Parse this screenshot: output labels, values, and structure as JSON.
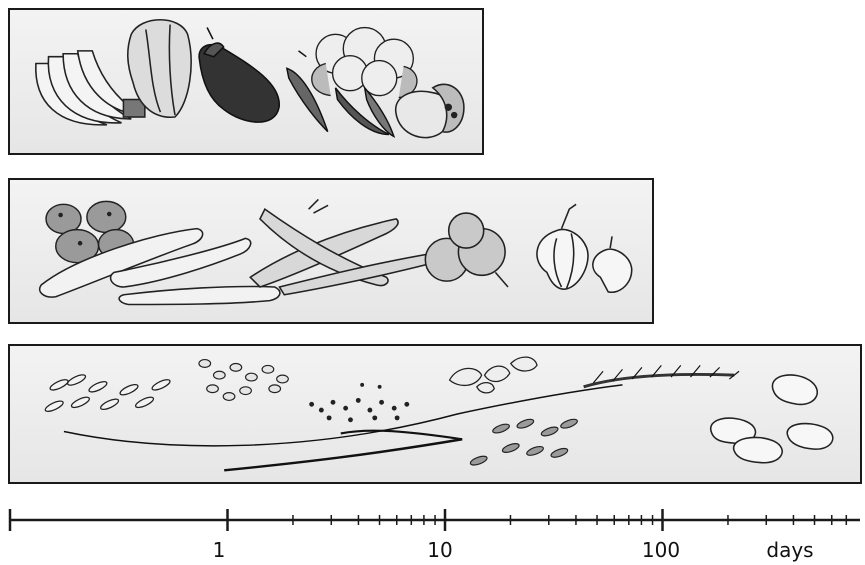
{
  "panels": [
    {
      "group": "vegetables-and-fruit",
      "items": [
        "banana-icon",
        "cabbage-icon",
        "eggplant-icon",
        "cauliflower-icon",
        "chili-pepper-icon",
        "papaya-icon"
      ]
    },
    {
      "group": "roots-and-bulbs",
      "items": [
        "potato-icon",
        "bean-pod-icon",
        "carrot-icon",
        "onion-icon",
        "garlic-icon"
      ]
    },
    {
      "group": "grains-and-seeds",
      "items": [
        "rice-grain-icon",
        "lentil-icon",
        "millet-seed-icon",
        "wheat-stalk-icon",
        "seed-pile-icon",
        "kidney-bean-icon"
      ]
    }
  ],
  "axis": {
    "scale": "log",
    "range": [
      0.1,
      1000
    ],
    "major_ticks": [
      {
        "value": 1,
        "label": "1"
      },
      {
        "value": 10,
        "label": "10"
      },
      {
        "value": 100,
        "label": "100"
      }
    ],
    "unit_label": "days",
    "colors": {
      "ink": "#1a1a1a",
      "panel_fill": "#ececec"
    }
  }
}
